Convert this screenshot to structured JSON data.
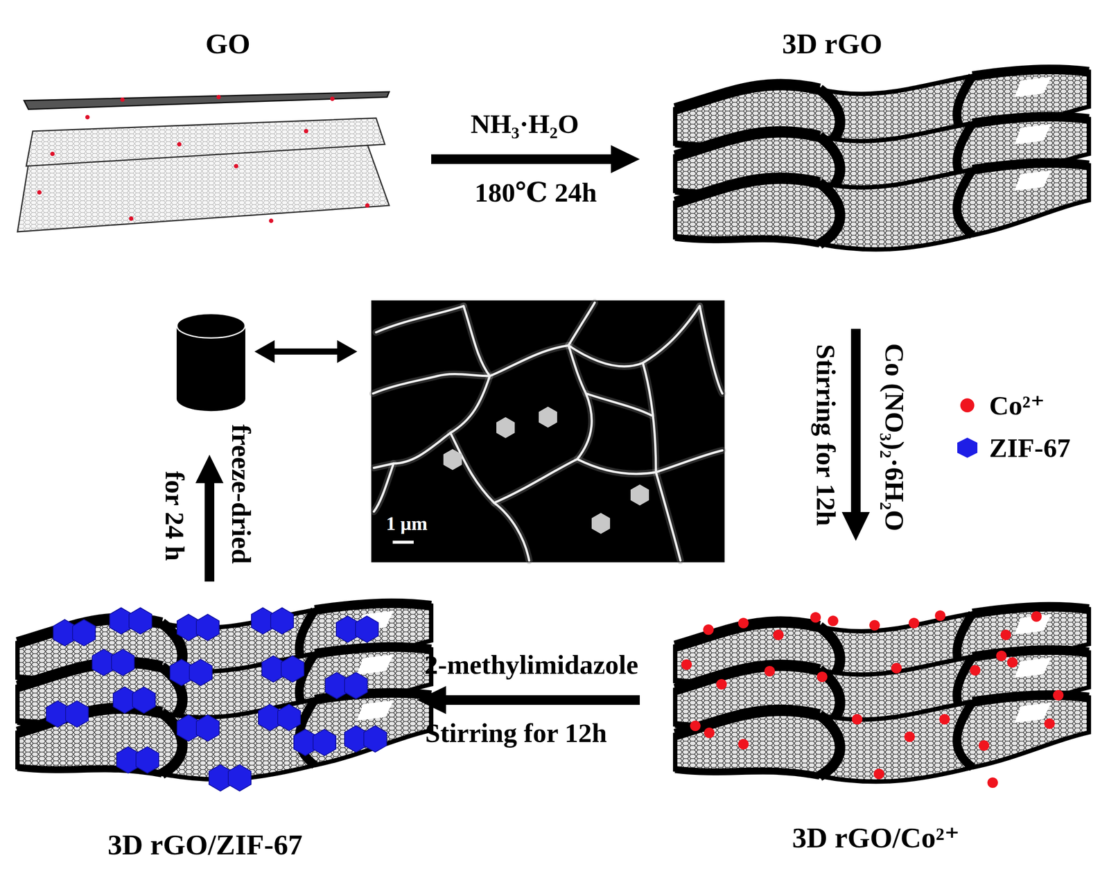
{
  "diagram": {
    "nodes": [
      {
        "text": [
          "GO"
        ]
      },
      {
        "text": [
          "3D rGO"
        ]
      },
      {
        "text": [
          "1 μm"
        ]
      },
      {
        "text": [
          "3D rGO/ZIF-67"
        ]
      },
      {
        "text": [
          "3D rGO/Co²⁺"
        ]
      }
    ],
    "edges": [
      {
        "from": 0,
        "to": 1,
        "arrow": "to"
      },
      {
        "from": 1,
        "to": 4,
        "arrow": "to"
      },
      {
        "from": 4,
        "to": 3,
        "arrow": "to"
      }
    ],
    "labels": [
      "NH₃·H₂O",
      "180℃ 24h",
      "Co (NO₃)₂·6H₂O",
      "Stirring for 12h",
      "2-methylimidazole",
      "Stirring for 12h",
      "freeze-dried",
      "for 24 h"
    ],
    "legend": [
      {
        "text": "Co²⁺",
        "color": "#f0141e"
      },
      {
        "text": "ZIF-67",
        "color": "#1e1ee6"
      }
    ]
  }
}
